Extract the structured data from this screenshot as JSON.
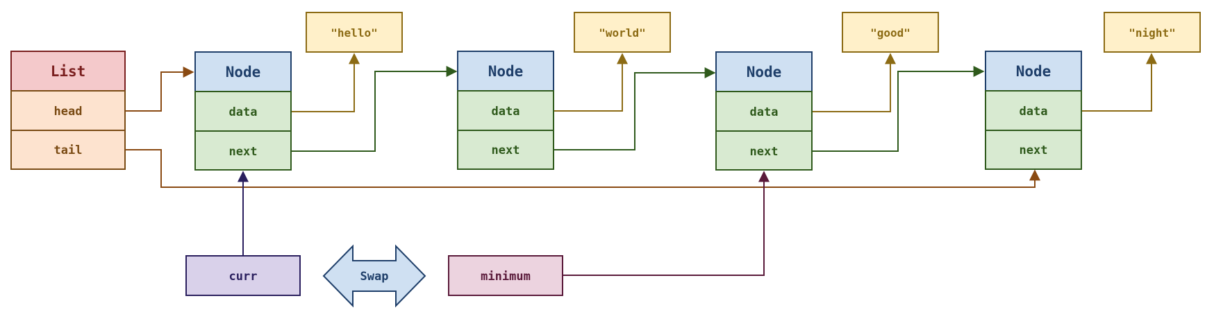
{
  "list": {
    "title": "List",
    "fields": [
      "head",
      "tail"
    ]
  },
  "nodes": [
    {
      "title": "Node",
      "fields": [
        "data",
        "next"
      ],
      "value": "\"hello\""
    },
    {
      "title": "Node",
      "fields": [
        "data",
        "next"
      ],
      "value": "\"world\""
    },
    {
      "title": "Node",
      "fields": [
        "data",
        "next"
      ],
      "value": "\"good\""
    },
    {
      "title": "Node",
      "fields": [
        "data",
        "next"
      ],
      "value": "\"night\""
    }
  ],
  "pointers": {
    "curr": "curr",
    "minimum": "minimum"
  },
  "swap": {
    "label": "Swap"
  },
  "colors": {
    "list_header": "#f4c9cb",
    "list_stroke": "#7a1f1f",
    "list_field": "#fde3cf",
    "list_field_text": "#7a4b14",
    "node_header": "#cfe0f2",
    "node_stroke": "#1f3f6a",
    "node_field": "#d8ead1",
    "node_field_stroke": "#2f5a1c",
    "str_fill": "#fff0c9",
    "str_stroke": "#8c6b14",
    "curr_fill": "#d9d1ea",
    "curr_stroke": "#2a1f5e",
    "minimum_fill": "#ecd3df",
    "minimum_stroke": "#5a1a3a",
    "head_arrow": "#8a4a12",
    "next_arrow": "#2f5a1c",
    "data_arrow": "#8c6b14"
  }
}
